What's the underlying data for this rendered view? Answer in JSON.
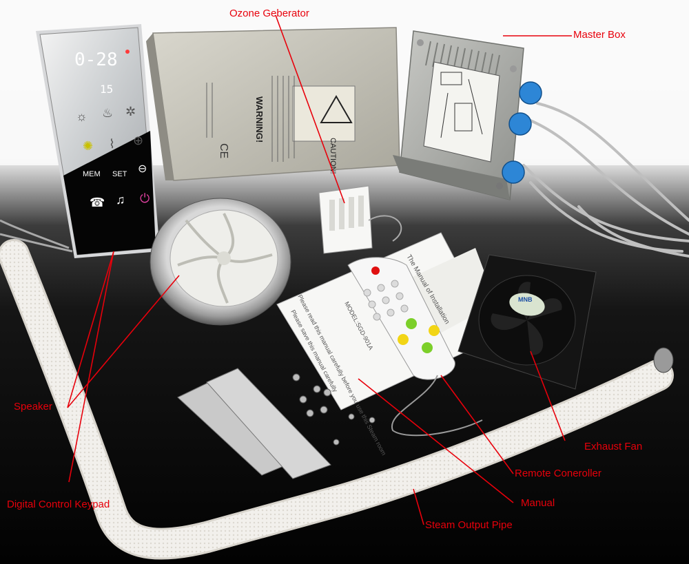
{
  "labels": {
    "ozone": "Ozone Geberator",
    "master_box": "Master Box",
    "speaker": "Speaker",
    "keypad": "Digital Control Keypad",
    "exhaust_fan": "Exhaust Fan",
    "remote": "Remote Coneroller",
    "manual": "Manual",
    "pipe": "Steam Output Pipe"
  },
  "keypad_display": {
    "time": "0-28",
    "temp": "15",
    "mem": "MEM",
    "set": "SET"
  },
  "generator_text": {
    "warning": "WARNING!",
    "caution": "CAUTION!",
    "ce": "CE"
  },
  "fan_brand": "MNB",
  "manual_text": {
    "title": "The Manual of Installation",
    "model": "MODEL:SGD-901A",
    "read": "Please read this manual carefully before you use this Steam room",
    "save": "Please save this manual carefully"
  },
  "colors": {
    "label_red": "#e8000b",
    "leader_line": "#e8000b"
  }
}
